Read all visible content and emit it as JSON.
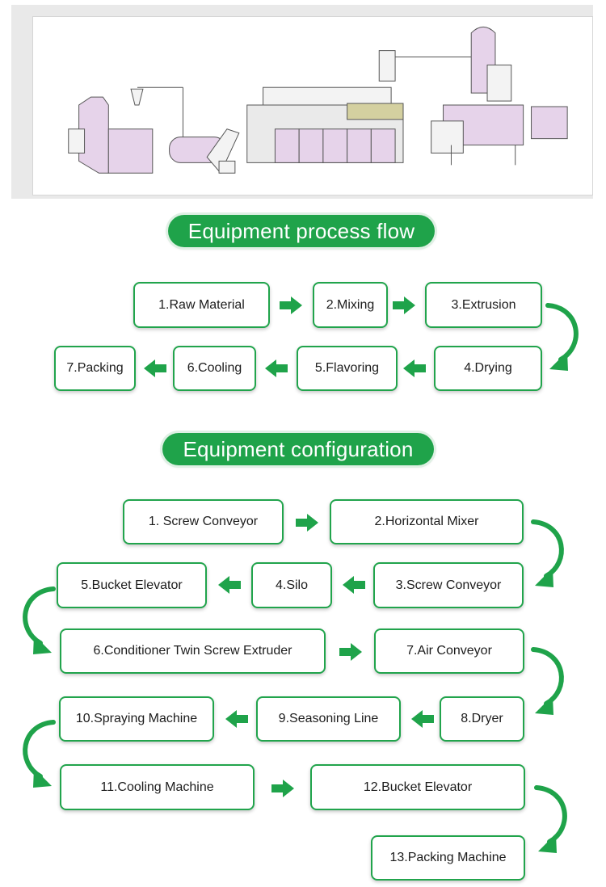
{
  "process_flow": {
    "title": "Equipment process flow",
    "steps": [
      "1.Raw Material",
      "2.Mixing",
      "3.Extrusion",
      "4.Drying",
      "5.Flavoring",
      "6.Cooling",
      "7.Packing"
    ]
  },
  "configuration": {
    "title": "Equipment configuration",
    "items": [
      "1. Screw Conveyor",
      "2.Horizontal Mixer",
      "3.Screw Conveyor",
      "4.Silo",
      "5.Bucket Elevator",
      "6.Conditioner Twin Screw Extruder",
      "7.Air Conveyor",
      "8.Dryer",
      "9.Seasoning Line",
      "10.Spraying Machine",
      "11.Cooling Machine",
      "12.Bucket Elevator",
      "13.Packing Machine"
    ]
  },
  "colors": {
    "accent_green": "#1fa34a",
    "box_border": "#21a44c",
    "machine_fill": "#e6d3ea"
  }
}
